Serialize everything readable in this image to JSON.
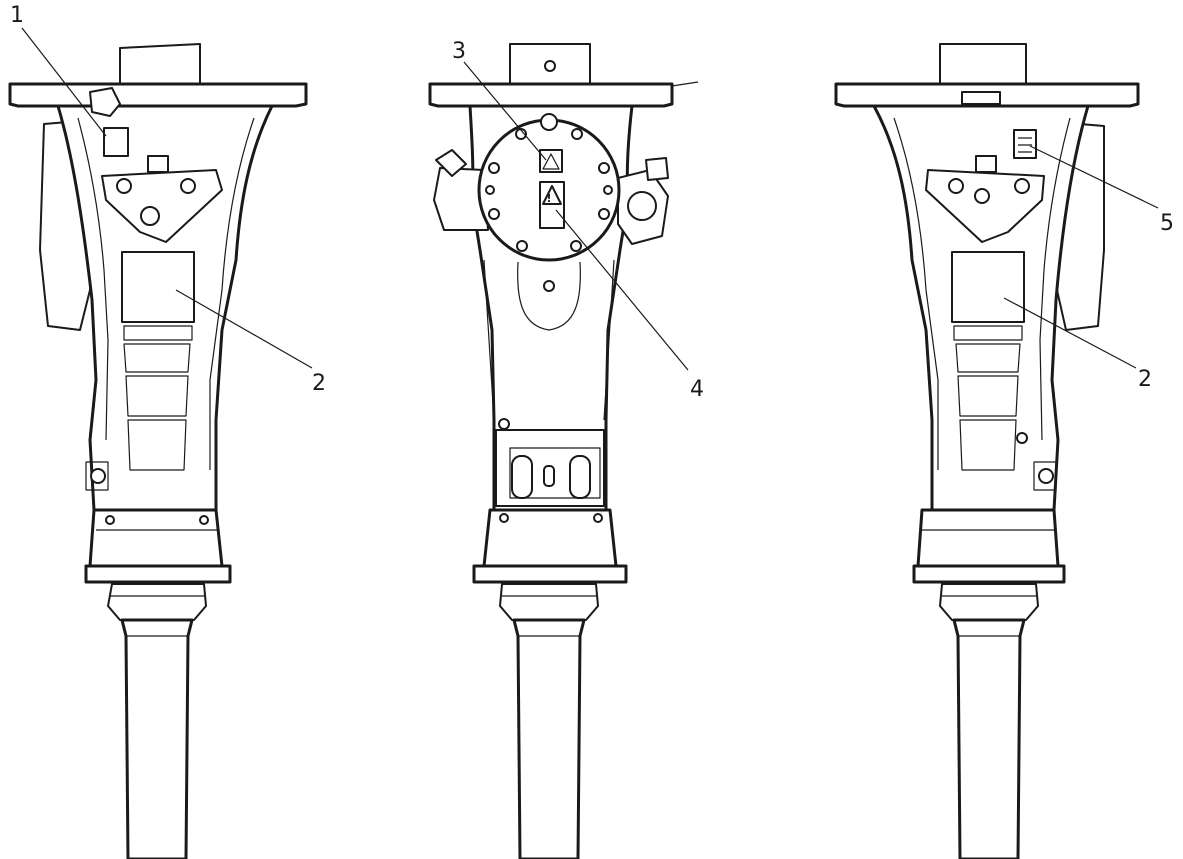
{
  "callouts": {
    "c1": "1",
    "c2_left": "2",
    "c2_right": "2",
    "c3": "3",
    "c4": "4",
    "c5": "5"
  },
  "labels": {
    "warning_mark": "!"
  },
  "views": [
    "left-side-view",
    "front-view",
    "right-side-view"
  ]
}
